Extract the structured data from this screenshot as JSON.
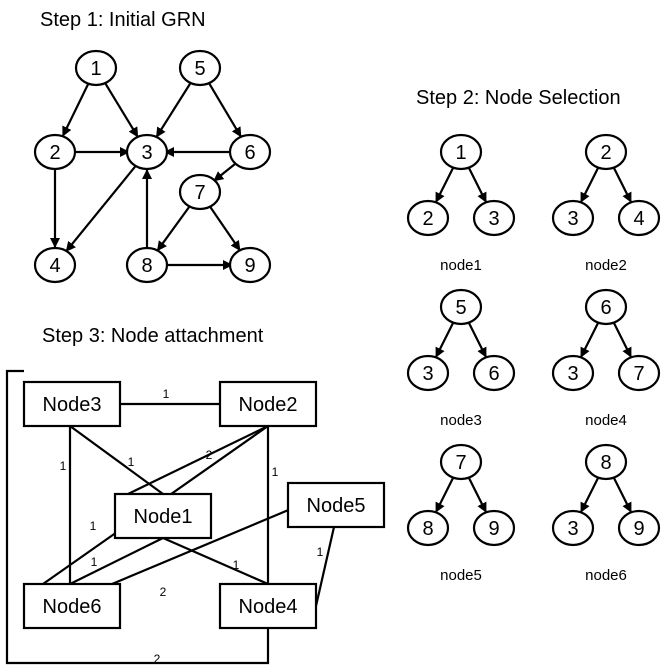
{
  "titles": {
    "step1": "Step 1: Initial GRN",
    "step2": "Step 2: Node Selection",
    "step3": "Step 3: Node attachment"
  },
  "grn": {
    "nodes": [
      "1",
      "2",
      "3",
      "4",
      "5",
      "6",
      "7",
      "8",
      "9"
    ],
    "edges": [
      {
        "from": "1",
        "to": "2"
      },
      {
        "from": "1",
        "to": "3"
      },
      {
        "from": "5",
        "to": "3"
      },
      {
        "from": "5",
        "to": "6"
      },
      {
        "from": "2",
        "to": "3"
      },
      {
        "from": "6",
        "to": "3"
      },
      {
        "from": "6",
        "to": "7"
      },
      {
        "from": "2",
        "to": "4"
      },
      {
        "from": "3",
        "to": "4"
      },
      {
        "from": "8",
        "to": "3"
      },
      {
        "from": "7",
        "to": "8"
      },
      {
        "from": "7",
        "to": "9"
      },
      {
        "from": "8",
        "to": "9"
      }
    ]
  },
  "selection": [
    {
      "caption": "node1",
      "parent": "1",
      "children": [
        "2",
        "3"
      ]
    },
    {
      "caption": "node2",
      "parent": "2",
      "children": [
        "3",
        "4"
      ]
    },
    {
      "caption": "node3",
      "parent": "5",
      "children": [
        "3",
        "6"
      ]
    },
    {
      "caption": "node4",
      "parent": "6",
      "children": [
        "3",
        "7"
      ]
    },
    {
      "caption": "node5",
      "parent": "7",
      "children": [
        "8",
        "9"
      ]
    },
    {
      "caption": "node6",
      "parent": "8",
      "children": [
        "3",
        "9"
      ]
    }
  ],
  "attachment": {
    "nodes": [
      "Node1",
      "Node2",
      "Node3",
      "Node4",
      "Node5",
      "Node6"
    ],
    "edges": [
      {
        "from": "Node3",
        "to": "Node2",
        "weight": "1"
      },
      {
        "from": "Node3",
        "to": "Node1",
        "weight": "1"
      },
      {
        "from": "Node3",
        "to": "Node6",
        "weight": "1"
      },
      {
        "from": "Node2",
        "to": "Node1",
        "weight": "2"
      },
      {
        "from": "Node2",
        "to": "Node4",
        "weight": "1"
      },
      {
        "from": "Node2",
        "to": "Node6",
        "weight": "1"
      },
      {
        "from": "Node1",
        "to": "Node6",
        "weight": "1"
      },
      {
        "from": "Node1",
        "to": "Node4",
        "weight": "1"
      },
      {
        "from": "Node5",
        "to": "Node6",
        "weight": "2"
      },
      {
        "from": "Node5",
        "to": "Node4",
        "weight": "1"
      },
      {
        "from": "Node3",
        "to": "Node4",
        "weight": "2"
      }
    ]
  }
}
